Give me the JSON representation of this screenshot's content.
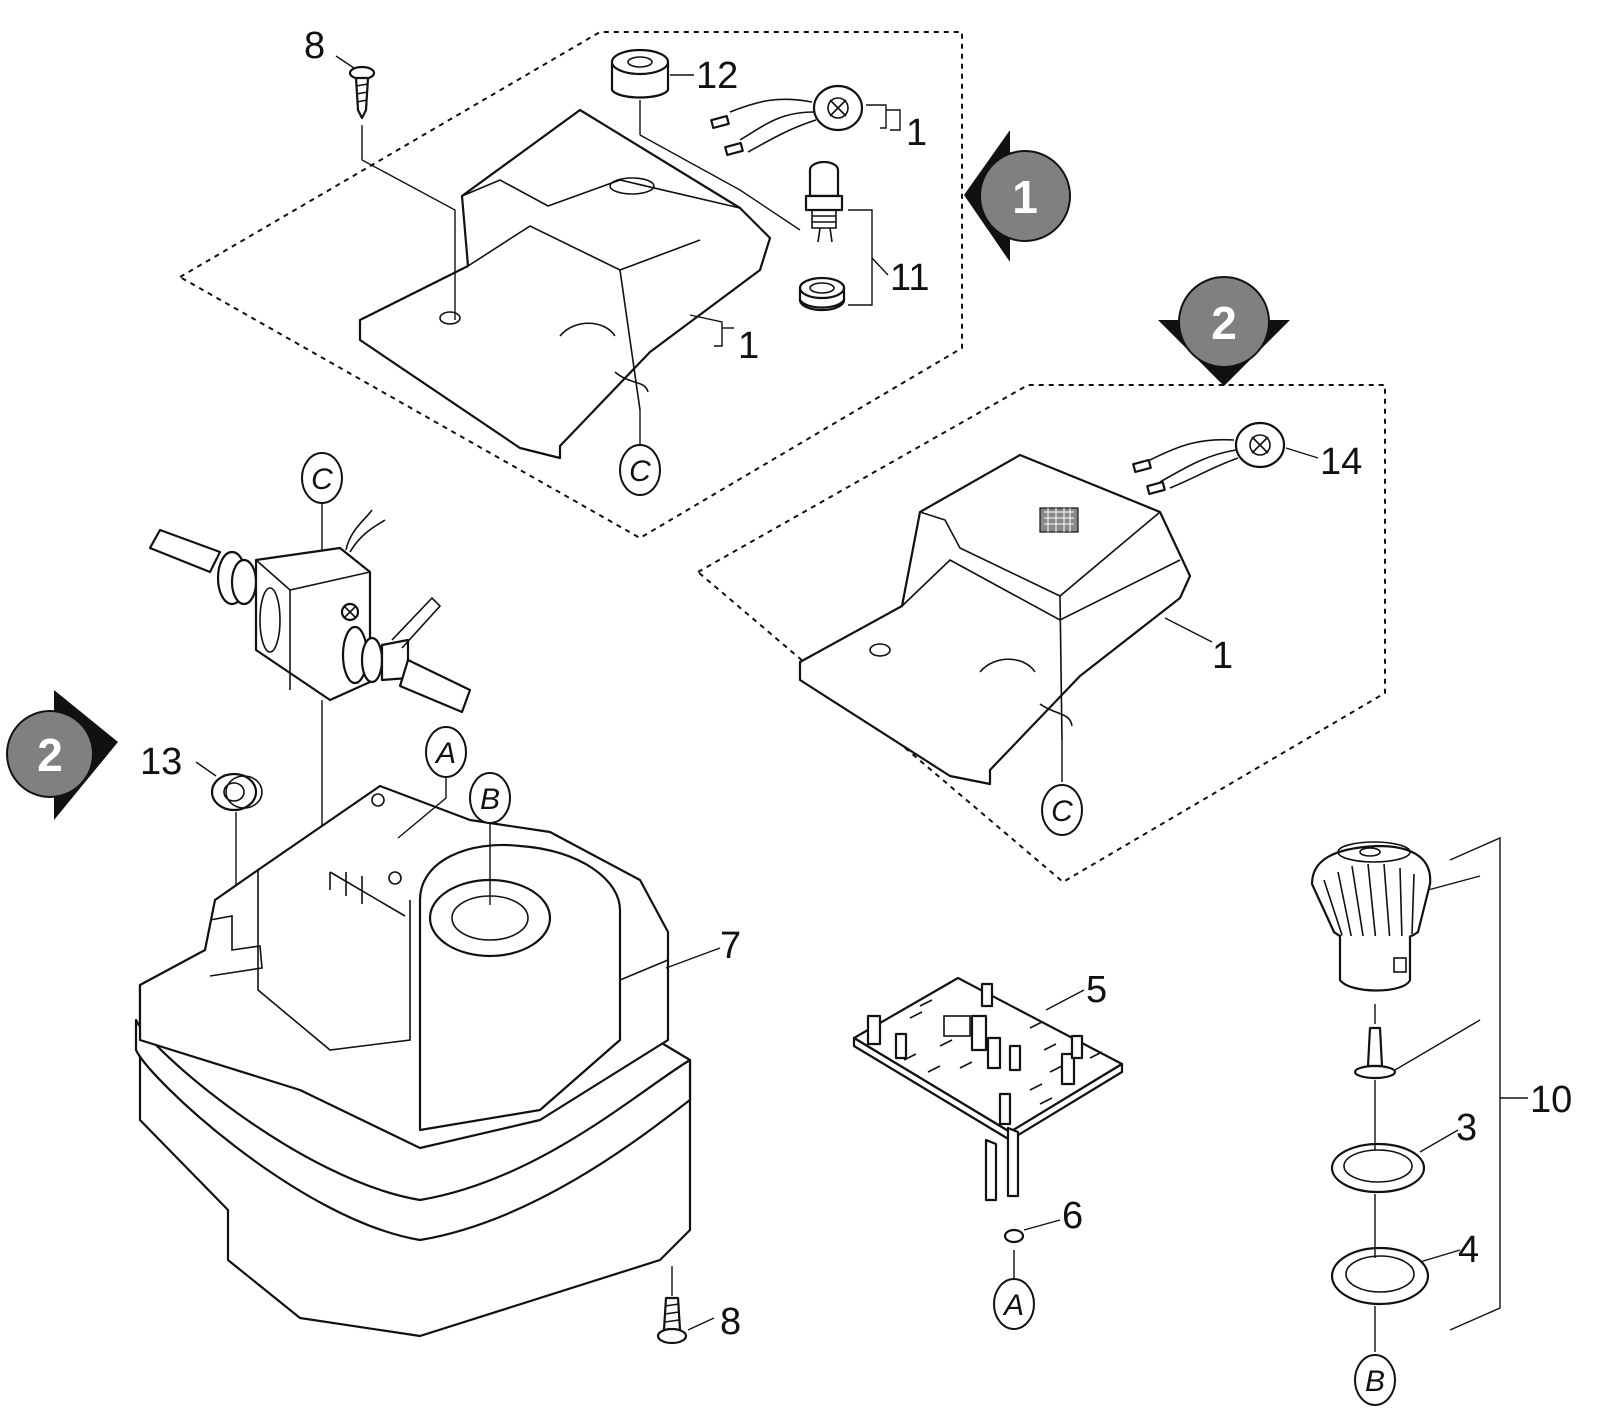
{
  "colors": {
    "ink": "#111111",
    "badge": "#808080",
    "paper": "#ffffff"
  },
  "badges": {
    "one": "1",
    "two_right": "2",
    "two_left": "2"
  },
  "labels": {
    "screw_top": "8",
    "knob_cap": "12",
    "switch_top": "1",
    "cover_top": "1",
    "pushbutton": "11",
    "switch_right": "14",
    "cover_right": "1",
    "grommet": "13",
    "housing": "7",
    "screw_bottom": "8",
    "pcb": "5",
    "oring_small": "6",
    "kit": "10",
    "ring_3": "3",
    "ring_4": "4"
  },
  "refs": {
    "c_top": "C",
    "c_valve": "C",
    "c_right": "C",
    "a_housing": "A",
    "b_housing": "B",
    "a_pcb": "A",
    "b_knob": "B"
  }
}
